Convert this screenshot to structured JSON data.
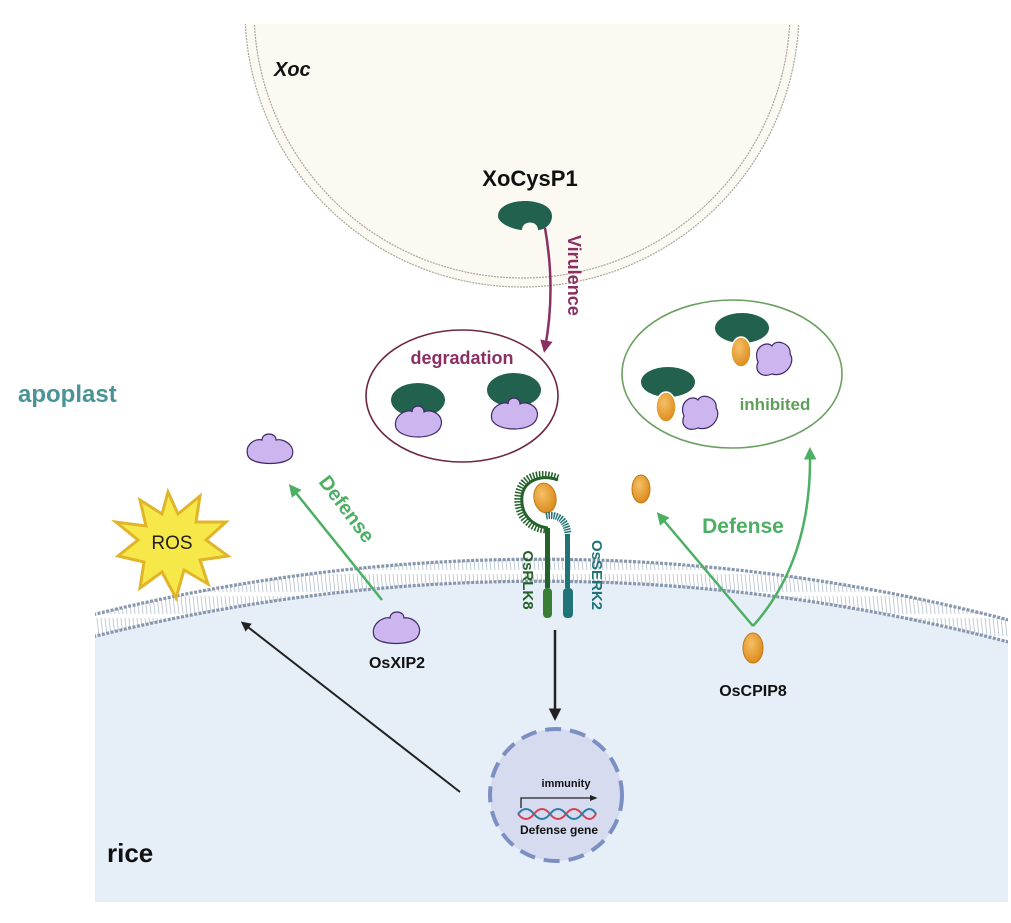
{
  "labels": {
    "pathogen": "Xoc",
    "effector": "XoCysP1",
    "virulence": "Virulence",
    "degradation": "degradation",
    "inhibited": "inhibited",
    "apoplast": "apoplast",
    "defense_left": "Defense",
    "defense_right": "Defense",
    "ros": "ROS",
    "osxip2": "OsXIP2",
    "osrlk8": "OsRLK8",
    "osserk2": "OsSERK2",
    "oscpip8": "OsCPIP8",
    "immunity": "immunity",
    "defense_gene": "Defense gene",
    "host": "rice"
  },
  "colors": {
    "pathogen_fill": "#fbf9f2",
    "pathogen_wall": "#a8a89a",
    "host_fill": "#e6eef8",
    "membrane": "#8797ad",
    "effector": "#23614f",
    "xip": "#cdb6f0",
    "xip_stroke": "#3e2a66",
    "cpip": "#e39a2a",
    "virulence": "#8b2f63",
    "defense": "#4caf63",
    "apoplast_text": "#4a9396",
    "rlk8": "#24622a",
    "serk2": "#1f7478",
    "ros_fill": "#f7e84a",
    "ros_stroke": "#e0b52a",
    "nucleus": "#7c8fc2"
  }
}
